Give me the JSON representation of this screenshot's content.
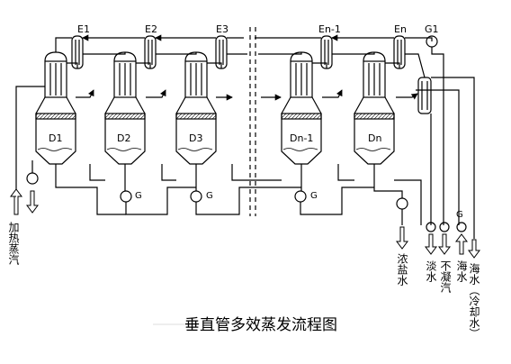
{
  "labels": {
    "e1": "E1",
    "e2": "E2",
    "e3": "E3",
    "en1": "En-1",
    "en": "En",
    "g1": "G1",
    "d1": "D1",
    "d2": "D2",
    "d3": "D3",
    "dn1": "Dn-1",
    "dn": "Dn",
    "g": "G"
  },
  "vertical_labels": {
    "heating_steam": "加热蒸汽",
    "concentrated_brine": "浓盐水",
    "fresh_water": "淡水",
    "non_condensable_gas": "不凝汽",
    "seawater": "海水",
    "seawater_cooling": "海水（冷却水）"
  },
  "caption": "垂直管多效蒸发流程图"
}
